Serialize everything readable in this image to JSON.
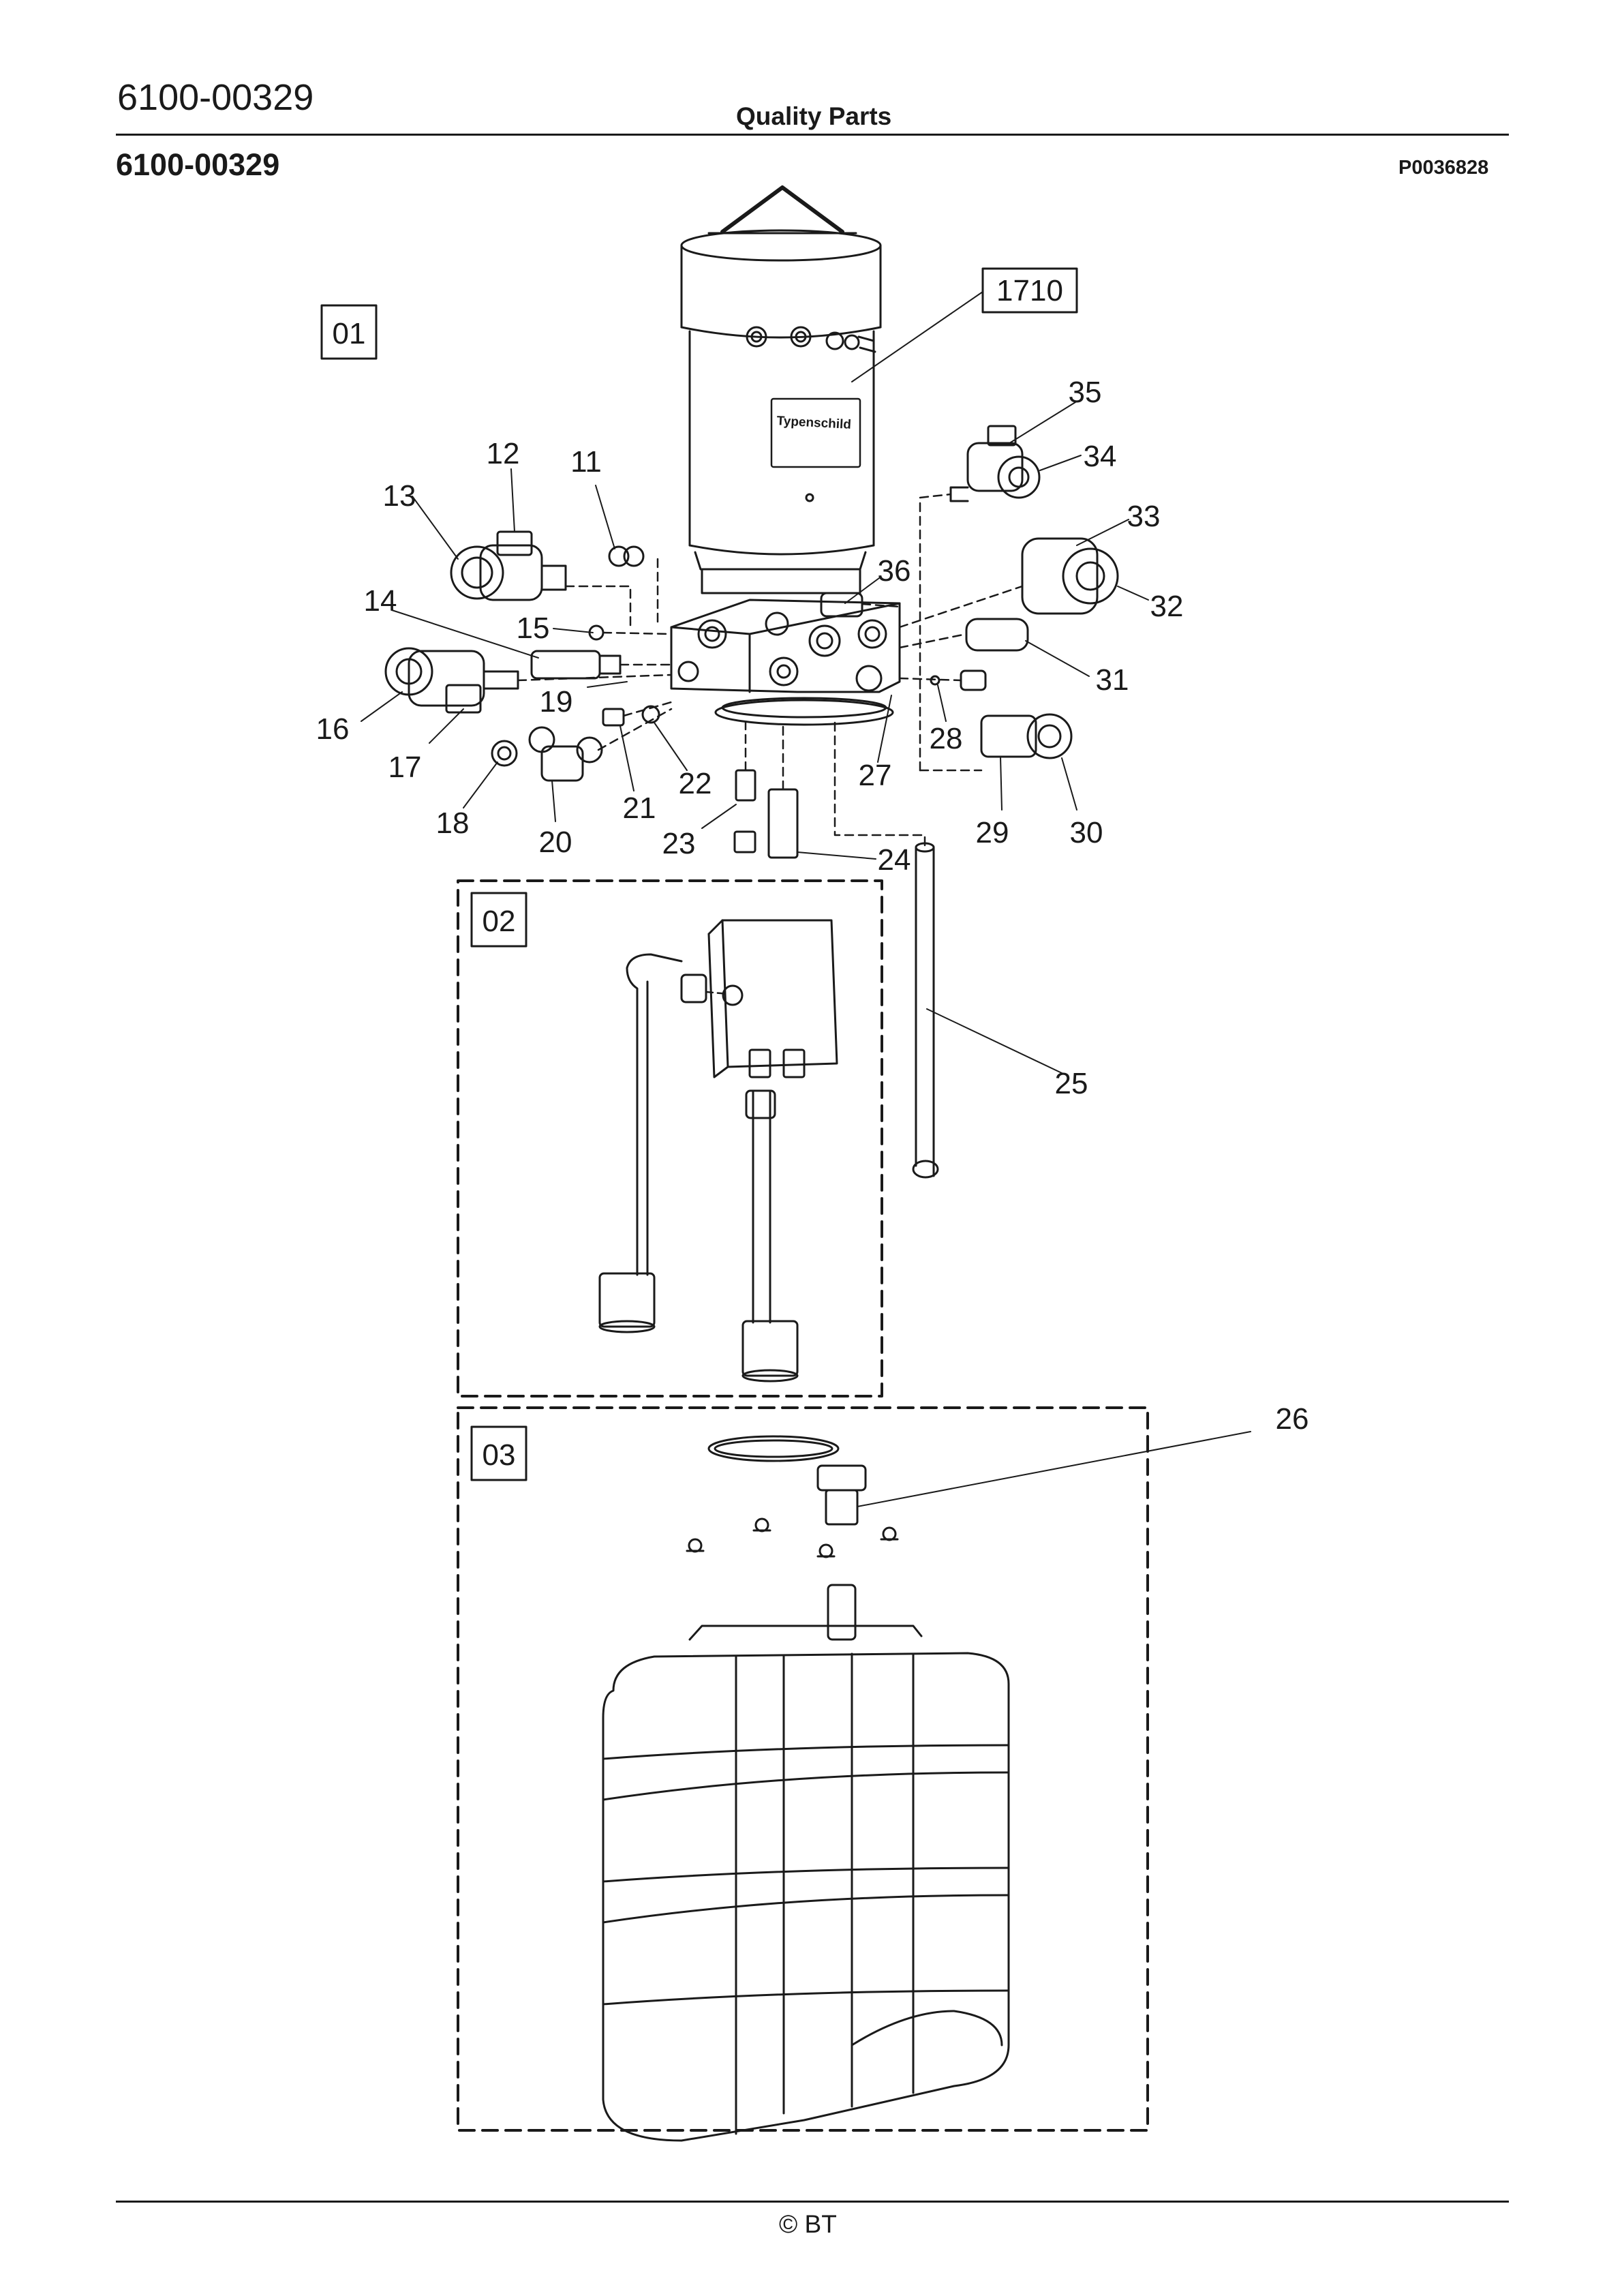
{
  "header": {
    "doc_number_top": "6100-00329",
    "title": "Quality Parts",
    "doc_number_main": "6100-00329",
    "drawing_id": "P0036828"
  },
  "diagram": {
    "group_labels": [
      "01",
      "02",
      "03"
    ],
    "assembly_label": "1710",
    "nameplate_text": "Typenschild",
    "callouts": [
      "11",
      "12",
      "13",
      "14",
      "15",
      "16",
      "17",
      "18",
      "19",
      "20",
      "21",
      "22",
      "23",
      "24",
      "25",
      "26",
      "27",
      "28",
      "29",
      "30",
      "31",
      "32",
      "33",
      "34",
      "35",
      "36"
    ]
  },
  "footer": {
    "copyright": "© BT"
  }
}
